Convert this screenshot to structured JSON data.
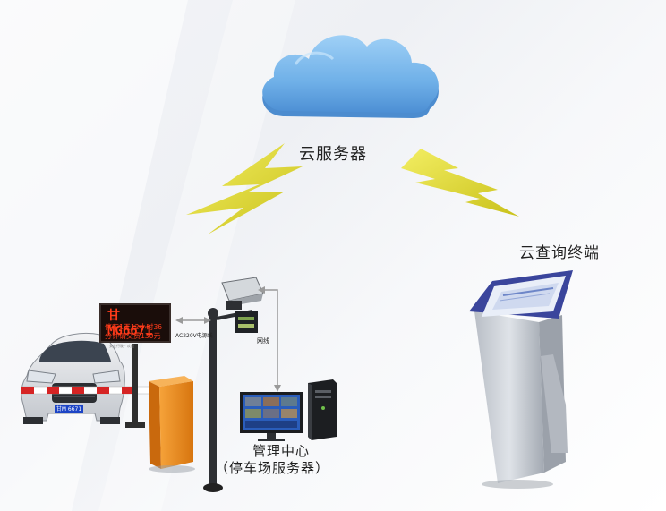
{
  "labels": {
    "cloud_server": "云服务器",
    "cloud_terminal": "云查询终端",
    "management_center": "管理中心",
    "parking_server": "（停车场服务器）",
    "power_cable": "AC220V电源线",
    "network_cable": "网线"
  },
  "led_display": {
    "line1": "甘 MG6671",
    "line2": "停车1天12小时36",
    "line3": "分钟请交费130元",
    "footer": "安全行驶 · 欢迎"
  },
  "car": {
    "plate": "甘M 6671"
  },
  "colors": {
    "cloud": "#7ab8ec",
    "lightning": "#e8e12a",
    "kiosk_body": "#c3c8cf",
    "kiosk_frame": "#4a54a8",
    "barrier_box": "#f08a1c",
    "barrier_arm_stripe": "#d62424"
  },
  "icons": [
    "cloud-icon",
    "lightning-icon",
    "kiosk-icon",
    "car-icon",
    "barrier-gate-icon",
    "camera-icon",
    "monitor-icon",
    "computer-tower-icon",
    "led-sign-icon"
  ]
}
